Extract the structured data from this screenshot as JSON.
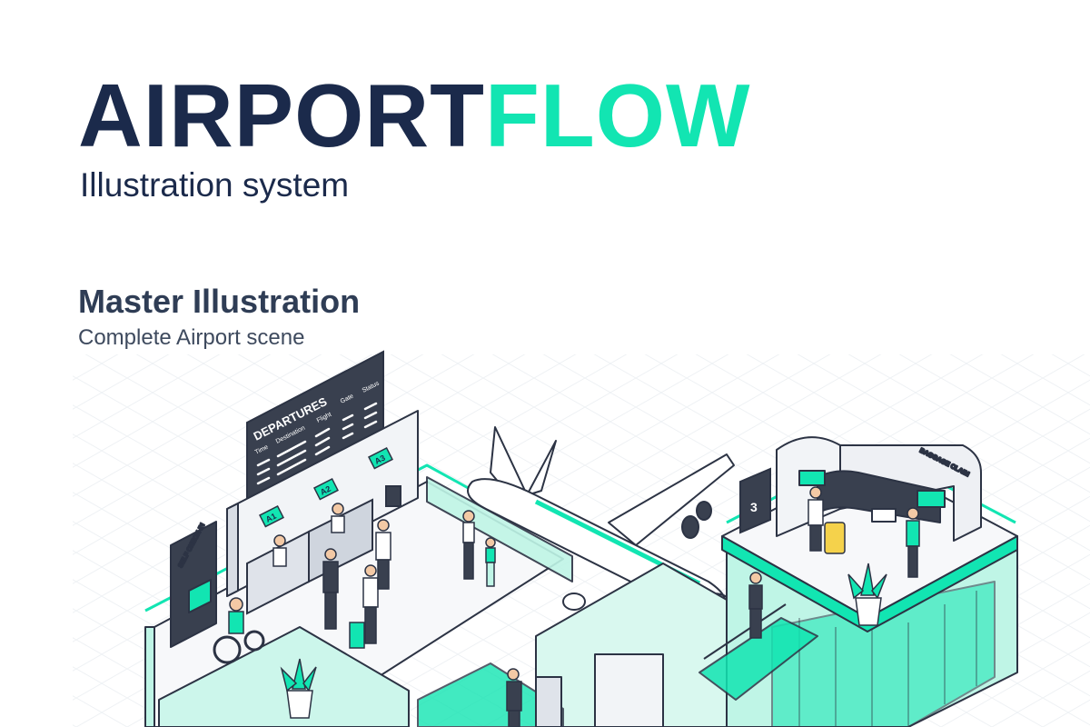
{
  "brand": {
    "title_part1": "AIRPORT",
    "title_part2": "FLOW",
    "subtitle": "Illustration system"
  },
  "section": {
    "title": "Master Illustration",
    "subtitle": "Complete Airport scene"
  },
  "board": {
    "title": "DEPARTURES",
    "columns": [
      "Time",
      "Destination",
      "Flight",
      "Gate",
      "Status"
    ]
  },
  "counters": [
    "A1",
    "A2",
    "A3"
  ],
  "kiosk_label": "SELF CHECK-IN",
  "baggage_label": "BAGGAGE CLAIM",
  "carousel_number": "3",
  "colors": {
    "navy": "#1b2a4b",
    "teal": "#12e5b2",
    "dark_panel": "#39404f",
    "light_teal": "#bff5e6"
  }
}
